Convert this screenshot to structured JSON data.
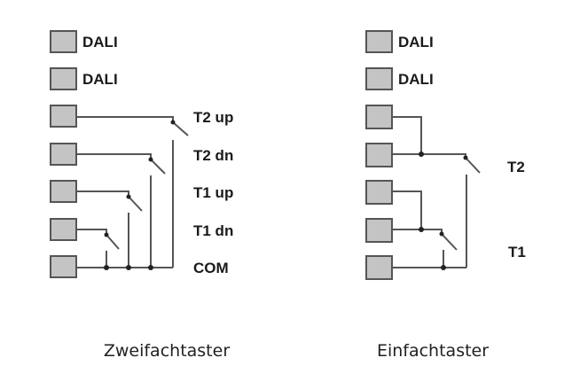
{
  "left": {
    "caption": "Zweifachtaster",
    "labels": [
      "DALI",
      "DALI",
      "T2 up",
      "T2 dn",
      "T1 up",
      "T1 dn",
      "COM"
    ]
  },
  "right": {
    "caption": "Einfachtaster",
    "labels": [
      "DALI",
      "DALI"
    ],
    "switches": [
      "T2",
      "T1"
    ]
  }
}
